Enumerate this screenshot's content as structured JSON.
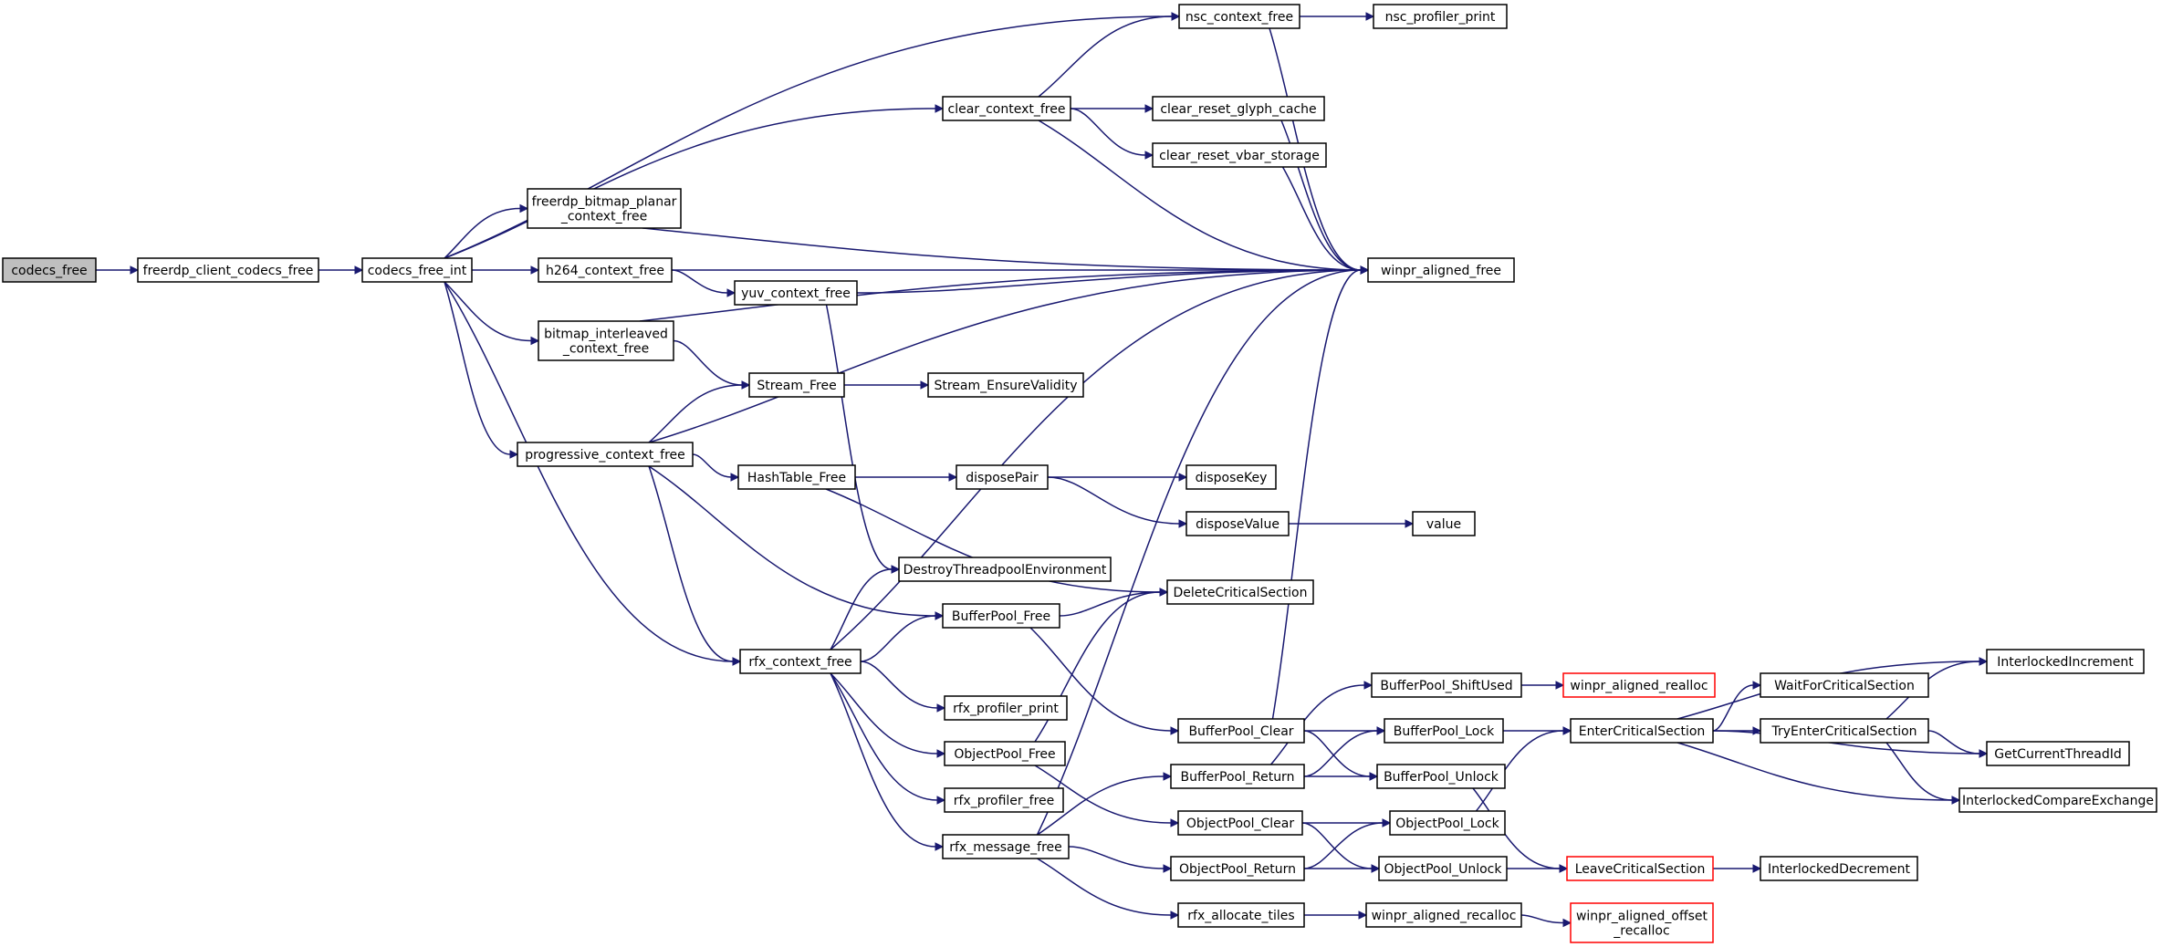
{
  "diagram": {
    "colors": {
      "edge": "#191970",
      "node_border": "#000000",
      "root_fill": "#bfbfbf",
      "missing_border": "#ff0000"
    },
    "nodes": [
      {
        "id": "codecs_free",
        "label": "codecs_free",
        "style": "root"
      },
      {
        "id": "freerdp_client_codecs_free",
        "label": "freerdp_client_codecs_free"
      },
      {
        "id": "codecs_free_int",
        "label": "codecs_free_int"
      },
      {
        "id": "nsc_context_free",
        "label": "nsc_context_free"
      },
      {
        "id": "nsc_profiler_print",
        "label": "nsc_profiler_print"
      },
      {
        "id": "clear_context_free",
        "label": "clear_context_free"
      },
      {
        "id": "clear_reset_glyph_cache",
        "label": "clear_reset_glyph_cache"
      },
      {
        "id": "clear_reset_vbar_storage",
        "label": "clear_reset_vbar_storage"
      },
      {
        "id": "freerdp_bitmap_planar_context_free",
        "label": "freerdp_bitmap_planar\n_context_free"
      },
      {
        "id": "winpr_aligned_free",
        "label": "winpr_aligned_free"
      },
      {
        "id": "h264_context_free",
        "label": "h264_context_free"
      },
      {
        "id": "yuv_context_free",
        "label": "yuv_context_free"
      },
      {
        "id": "bitmap_interleaved_context_free",
        "label": "bitmap_interleaved\n_context_free"
      },
      {
        "id": "Stream_Free",
        "label": "Stream_Free"
      },
      {
        "id": "Stream_EnsureValidity",
        "label": "Stream_EnsureValidity"
      },
      {
        "id": "progressive_context_free",
        "label": "progressive_context_free"
      },
      {
        "id": "HashTable_Free",
        "label": "HashTable_Free"
      },
      {
        "id": "disposePair",
        "label": "disposePair"
      },
      {
        "id": "disposeKey",
        "label": "disposeKey"
      },
      {
        "id": "disposeValue",
        "label": "disposeValue"
      },
      {
        "id": "value",
        "label": "value"
      },
      {
        "id": "DestroyThreadpoolEnvironment",
        "label": "DestroyThreadpoolEnvironment"
      },
      {
        "id": "DeleteCriticalSection",
        "label": "DeleteCriticalSection"
      },
      {
        "id": "BufferPool_Free",
        "label": "BufferPool_Free"
      },
      {
        "id": "rfx_context_free",
        "label": "rfx_context_free"
      },
      {
        "id": "rfx_profiler_print",
        "label": "rfx_profiler_print"
      },
      {
        "id": "BufferPool_ShiftUsed",
        "label": "BufferPool_ShiftUsed"
      },
      {
        "id": "winpr_aligned_realloc",
        "label": "winpr_aligned_realloc",
        "style": "red"
      },
      {
        "id": "BufferPool_Clear",
        "label": "BufferPool_Clear"
      },
      {
        "id": "BufferPool_Lock",
        "label": "BufferPool_Lock"
      },
      {
        "id": "EnterCriticalSection",
        "label": "EnterCriticalSection"
      },
      {
        "id": "InterlockedIncrement",
        "label": "InterlockedIncrement"
      },
      {
        "id": "WaitForCriticalSection",
        "label": "WaitForCriticalSection"
      },
      {
        "id": "TryEnterCriticalSection",
        "label": "TryEnterCriticalSection"
      },
      {
        "id": "GetCurrentThreadId",
        "label": "GetCurrentThreadId"
      },
      {
        "id": "InterlockedCompareExchange",
        "label": "InterlockedCompareExchange"
      },
      {
        "id": "ObjectPool_Free",
        "label": "ObjectPool_Free"
      },
      {
        "id": "BufferPool_Return",
        "label": "BufferPool_Return"
      },
      {
        "id": "BufferPool_Unlock",
        "label": "BufferPool_Unlock"
      },
      {
        "id": "rfx_profiler_free",
        "label": "rfx_profiler_free"
      },
      {
        "id": "ObjectPool_Clear",
        "label": "ObjectPool_Clear"
      },
      {
        "id": "ObjectPool_Lock",
        "label": "ObjectPool_Lock"
      },
      {
        "id": "rfx_message_free",
        "label": "rfx_message_free"
      },
      {
        "id": "ObjectPool_Return",
        "label": "ObjectPool_Return"
      },
      {
        "id": "ObjectPool_Unlock",
        "label": "ObjectPool_Unlock"
      },
      {
        "id": "LeaveCriticalSection",
        "label": "LeaveCriticalSection",
        "style": "red"
      },
      {
        "id": "InterlockedDecrement",
        "label": "InterlockedDecrement"
      },
      {
        "id": "rfx_allocate_tiles",
        "label": "rfx_allocate_tiles"
      },
      {
        "id": "winpr_aligned_recalloc",
        "label": "winpr_aligned_recalloc"
      },
      {
        "id": "winpr_aligned_offset_recalloc",
        "label": "winpr_aligned_offset\n_recalloc",
        "style": "red"
      }
    ],
    "edges": [
      [
        "codecs_free",
        "freerdp_client_codecs_free"
      ],
      [
        "freerdp_client_codecs_free",
        "codecs_free_int"
      ],
      [
        "codecs_free_int",
        "nsc_context_free"
      ],
      [
        "codecs_free_int",
        "clear_context_free"
      ],
      [
        "codecs_free_int",
        "freerdp_bitmap_planar_context_free"
      ],
      [
        "codecs_free_int",
        "h264_context_free"
      ],
      [
        "codecs_free_int",
        "bitmap_interleaved_context_free"
      ],
      [
        "codecs_free_int",
        "progressive_context_free"
      ],
      [
        "codecs_free_int",
        "rfx_context_free"
      ],
      [
        "nsc_context_free",
        "nsc_profiler_print"
      ],
      [
        "nsc_context_free",
        "winpr_aligned_free"
      ],
      [
        "clear_context_free",
        "nsc_context_free"
      ],
      [
        "clear_context_free",
        "winpr_aligned_free"
      ],
      [
        "clear_context_free",
        "clear_reset_glyph_cache"
      ],
      [
        "clear_context_free",
        "clear_reset_vbar_storage"
      ],
      [
        "clear_reset_glyph_cache",
        "winpr_aligned_free"
      ],
      [
        "clear_reset_vbar_storage",
        "winpr_aligned_free"
      ],
      [
        "freerdp_bitmap_planar_context_free",
        "winpr_aligned_free"
      ],
      [
        "h264_context_free",
        "winpr_aligned_free"
      ],
      [
        "h264_context_free",
        "yuv_context_free"
      ],
      [
        "yuv_context_free",
        "winpr_aligned_free"
      ],
      [
        "yuv_context_free",
        "DestroyThreadpoolEnvironment"
      ],
      [
        "bitmap_interleaved_context_free",
        "winpr_aligned_free"
      ],
      [
        "bitmap_interleaved_context_free",
        "Stream_Free"
      ],
      [
        "Stream_Free",
        "Stream_EnsureValidity"
      ],
      [
        "progressive_context_free",
        "Stream_Free"
      ],
      [
        "progressive_context_free",
        "winpr_aligned_free"
      ],
      [
        "progressive_context_free",
        "HashTable_Free"
      ],
      [
        "progressive_context_free",
        "BufferPool_Free"
      ],
      [
        "progressive_context_free",
        "rfx_context_free"
      ],
      [
        "HashTable_Free",
        "disposePair"
      ],
      [
        "HashTable_Free",
        "DeleteCriticalSection"
      ],
      [
        "disposePair",
        "disposeKey"
      ],
      [
        "disposePair",
        "disposeValue"
      ],
      [
        "disposeValue",
        "value"
      ],
      [
        "rfx_context_free",
        "DestroyThreadpoolEnvironment"
      ],
      [
        "rfx_context_free",
        "BufferPool_Free"
      ],
      [
        "rfx_context_free",
        "winpr_aligned_free"
      ],
      [
        "rfx_context_free",
        "rfx_profiler_print"
      ],
      [
        "rfx_context_free",
        "ObjectPool_Free"
      ],
      [
        "rfx_context_free",
        "rfx_profiler_free"
      ],
      [
        "rfx_context_free",
        "rfx_message_free"
      ],
      [
        "BufferPool_Free",
        "DeleteCriticalSection"
      ],
      [
        "BufferPool_Free",
        "BufferPool_Clear"
      ],
      [
        "BufferPool_Clear",
        "winpr_aligned_free"
      ],
      [
        "BufferPool_Clear",
        "BufferPool_Lock"
      ],
      [
        "BufferPool_Clear",
        "BufferPool_Unlock"
      ],
      [
        "BufferPool_ShiftUsed",
        "winpr_aligned_realloc"
      ],
      [
        "BufferPool_Lock",
        "EnterCriticalSection"
      ],
      [
        "BufferPool_Unlock",
        "LeaveCriticalSection"
      ],
      [
        "EnterCriticalSection",
        "InterlockedIncrement"
      ],
      [
        "EnterCriticalSection",
        "WaitForCriticalSection"
      ],
      [
        "EnterCriticalSection",
        "TryEnterCriticalSection"
      ],
      [
        "EnterCriticalSection",
        "GetCurrentThreadId"
      ],
      [
        "EnterCriticalSection",
        "InterlockedCompareExchange"
      ],
      [
        "TryEnterCriticalSection",
        "InterlockedIncrement"
      ],
      [
        "TryEnterCriticalSection",
        "GetCurrentThreadId"
      ],
      [
        "TryEnterCriticalSection",
        "InterlockedCompareExchange"
      ],
      [
        "ObjectPool_Free",
        "DeleteCriticalSection"
      ],
      [
        "ObjectPool_Free",
        "ObjectPool_Clear"
      ],
      [
        "ObjectPool_Clear",
        "ObjectPool_Lock"
      ],
      [
        "ObjectPool_Clear",
        "ObjectPool_Unlock"
      ],
      [
        "ObjectPool_Lock",
        "EnterCriticalSection"
      ],
      [
        "ObjectPool_Unlock",
        "LeaveCriticalSection"
      ],
      [
        "LeaveCriticalSection",
        "InterlockedDecrement"
      ],
      [
        "rfx_message_free",
        "winpr_aligned_free"
      ],
      [
        "rfx_message_free",
        "BufferPool_Return"
      ],
      [
        "rfx_message_free",
        "ObjectPool_Return"
      ],
      [
        "rfx_message_free",
        "rfx_allocate_tiles"
      ],
      [
        "BufferPool_Return",
        "BufferPool_ShiftUsed"
      ],
      [
        "BufferPool_Return",
        "BufferPool_Lock"
      ],
      [
        "BufferPool_Return",
        "BufferPool_Unlock"
      ],
      [
        "ObjectPool_Return",
        "ObjectPool_Lock"
      ],
      [
        "ObjectPool_Return",
        "ObjectPool_Unlock"
      ],
      [
        "rfx_allocate_tiles",
        "winpr_aligned_recalloc"
      ],
      [
        "winpr_aligned_recalloc",
        "winpr_aligned_offset_recalloc"
      ]
    ]
  }
}
